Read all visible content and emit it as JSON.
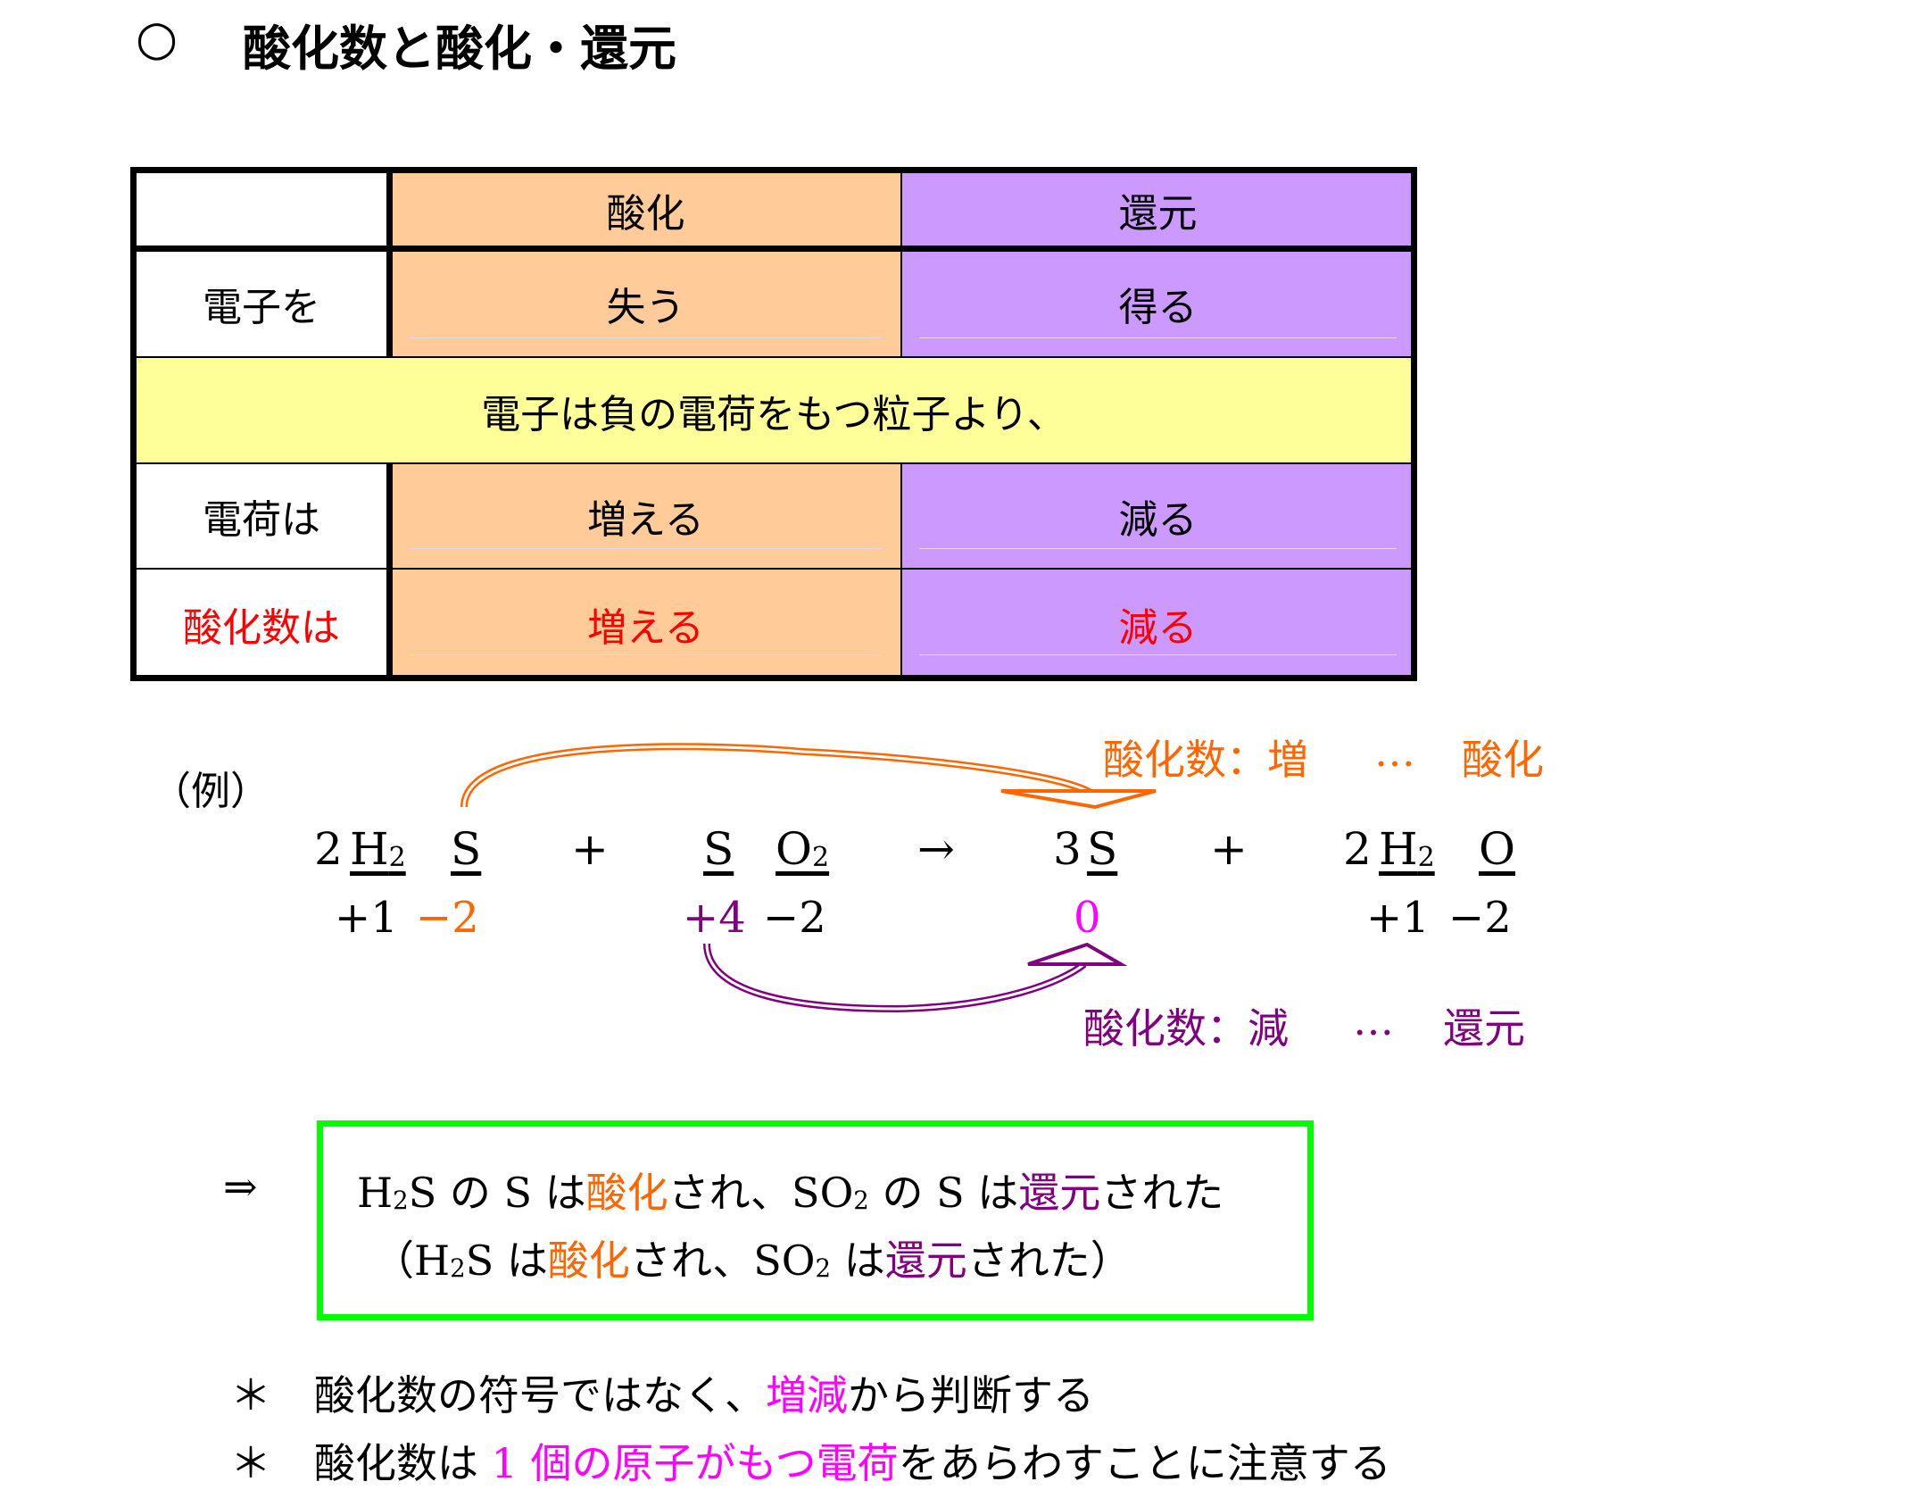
{
  "title": {
    "bullet": "○",
    "text": "酸化数と酸化・還元"
  },
  "table": {
    "headers": [
      "",
      "酸化",
      "還元"
    ],
    "rows": [
      {
        "label": "電子を",
        "oxidation": "失う",
        "reduction": "得る"
      },
      {
        "merged": "電子は負の電荷をもつ粒子より、"
      },
      {
        "label": "電荷は",
        "oxidation": "増える",
        "reduction": "減る"
      },
      {
        "label": "酸化数は",
        "oxidation": "増える",
        "reduction": "減る"
      }
    ]
  },
  "example": {
    "label": "（例）",
    "equation": {
      "c1": "2",
      "h2_1": "H",
      "h2_1_sub": "2",
      "s1": "S",
      "plus1": "+",
      "s2": "S",
      "o2": "O",
      "o2_sub": "2",
      "arrow": "→",
      "c3": "3",
      "s3": "S",
      "plus2": "+",
      "c4": "2",
      "h2_2": "H",
      "h2_2_sub": "2",
      "o3": "O"
    },
    "ox_numbers": {
      "h_in_h2s": "+1",
      "s_in_h2s": "−2",
      "s_in_so2": "+4",
      "o_in_so2": "−2",
      "s_product": "0",
      "h_in_h2o": "+1",
      "o_in_h2o": "−2"
    },
    "oxidation_note": {
      "text": "酸化数：増",
      "dots": "…",
      "result": "酸化"
    },
    "reduction_note": {
      "text": "酸化数：減",
      "dots": "…",
      "result": "還元"
    }
  },
  "conclusion": {
    "arrow": "⇒",
    "line1": [
      "H",
      "2",
      "S の S は",
      "酸化",
      "され、SO",
      "2",
      " の S は",
      "還元",
      "された"
    ],
    "line2": [
      "（H",
      "2",
      "S は",
      "酸化",
      "され、SO",
      "2",
      " は",
      "還元",
      "された）"
    ]
  },
  "notes": [
    {
      "mark": "＊",
      "parts": [
        "酸化数の符号ではなく、",
        "増減",
        "から判断する"
      ]
    },
    {
      "mark": "＊",
      "parts": [
        "酸化数は ",
        "1 個の原子がもつ電荷",
        "をあらわすことに注意する"
      ]
    }
  ],
  "colors": {
    "oxidation_cell": "#FFCC99",
    "reduction_cell": "#CC99FF",
    "note_row": "#FFFF99",
    "orange": "#FF6600",
    "purple": "#800080",
    "magenta": "#FF00FF",
    "red": "#FF0000",
    "box": "#00FF00"
  }
}
